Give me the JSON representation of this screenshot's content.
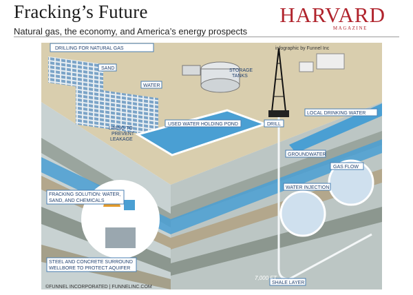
{
  "header": {
    "title": "Fracking’s Future",
    "subtitle": "Natural gas, the economy, and America’s energy prospects",
    "brand": "HARVARD",
    "brand_sub": "MAGAZINE"
  },
  "diagram": {
    "heading": "DRILLING FOR NATURAL GAS",
    "credit": "infographic by Funnel Inc",
    "footer_credit": "©FUNNEL INCORPORATED  |  FUNNELINC.COM",
    "depth_label": "7,000 FT",
    "labels": {
      "sand": "SAND",
      "water": "WATER",
      "storage_tanks_1": "STORAGE",
      "storage_tanks_2": "TANKS",
      "lining_1": "LINING TO",
      "lining_2": "PREVENT",
      "lining_3": "LEAKAGE",
      "pond": "USED WATER HOLDING POND",
      "drill": "DRILL",
      "local_water": "LOCAL DRINKING WATER",
      "groundwater": "GROUNDWATER",
      "gas_flow": "GAS FLOW",
      "water_injection": "WATER INJECTION",
      "fracking_1": "FRACKING SOLUTION: WATER,",
      "fracking_2": "SAND, AND CHEMICALS",
      "steel_1": "STEEL AND CONCRETE SURROUND",
      "steel_2": "WELLBORE TO PROTECT AQUIFER",
      "shale": "SHALE LAYER"
    },
    "colors": {
      "ground_top": "#d9ceae",
      "strata_light": "#c8d2d2",
      "strata_dark": "#8c978f",
      "water_blue": "#4a9fd3",
      "label_border": "#4a7fb3",
      "label_text": "#1f3f6e",
      "brand_red": "#b0232c"
    }
  }
}
